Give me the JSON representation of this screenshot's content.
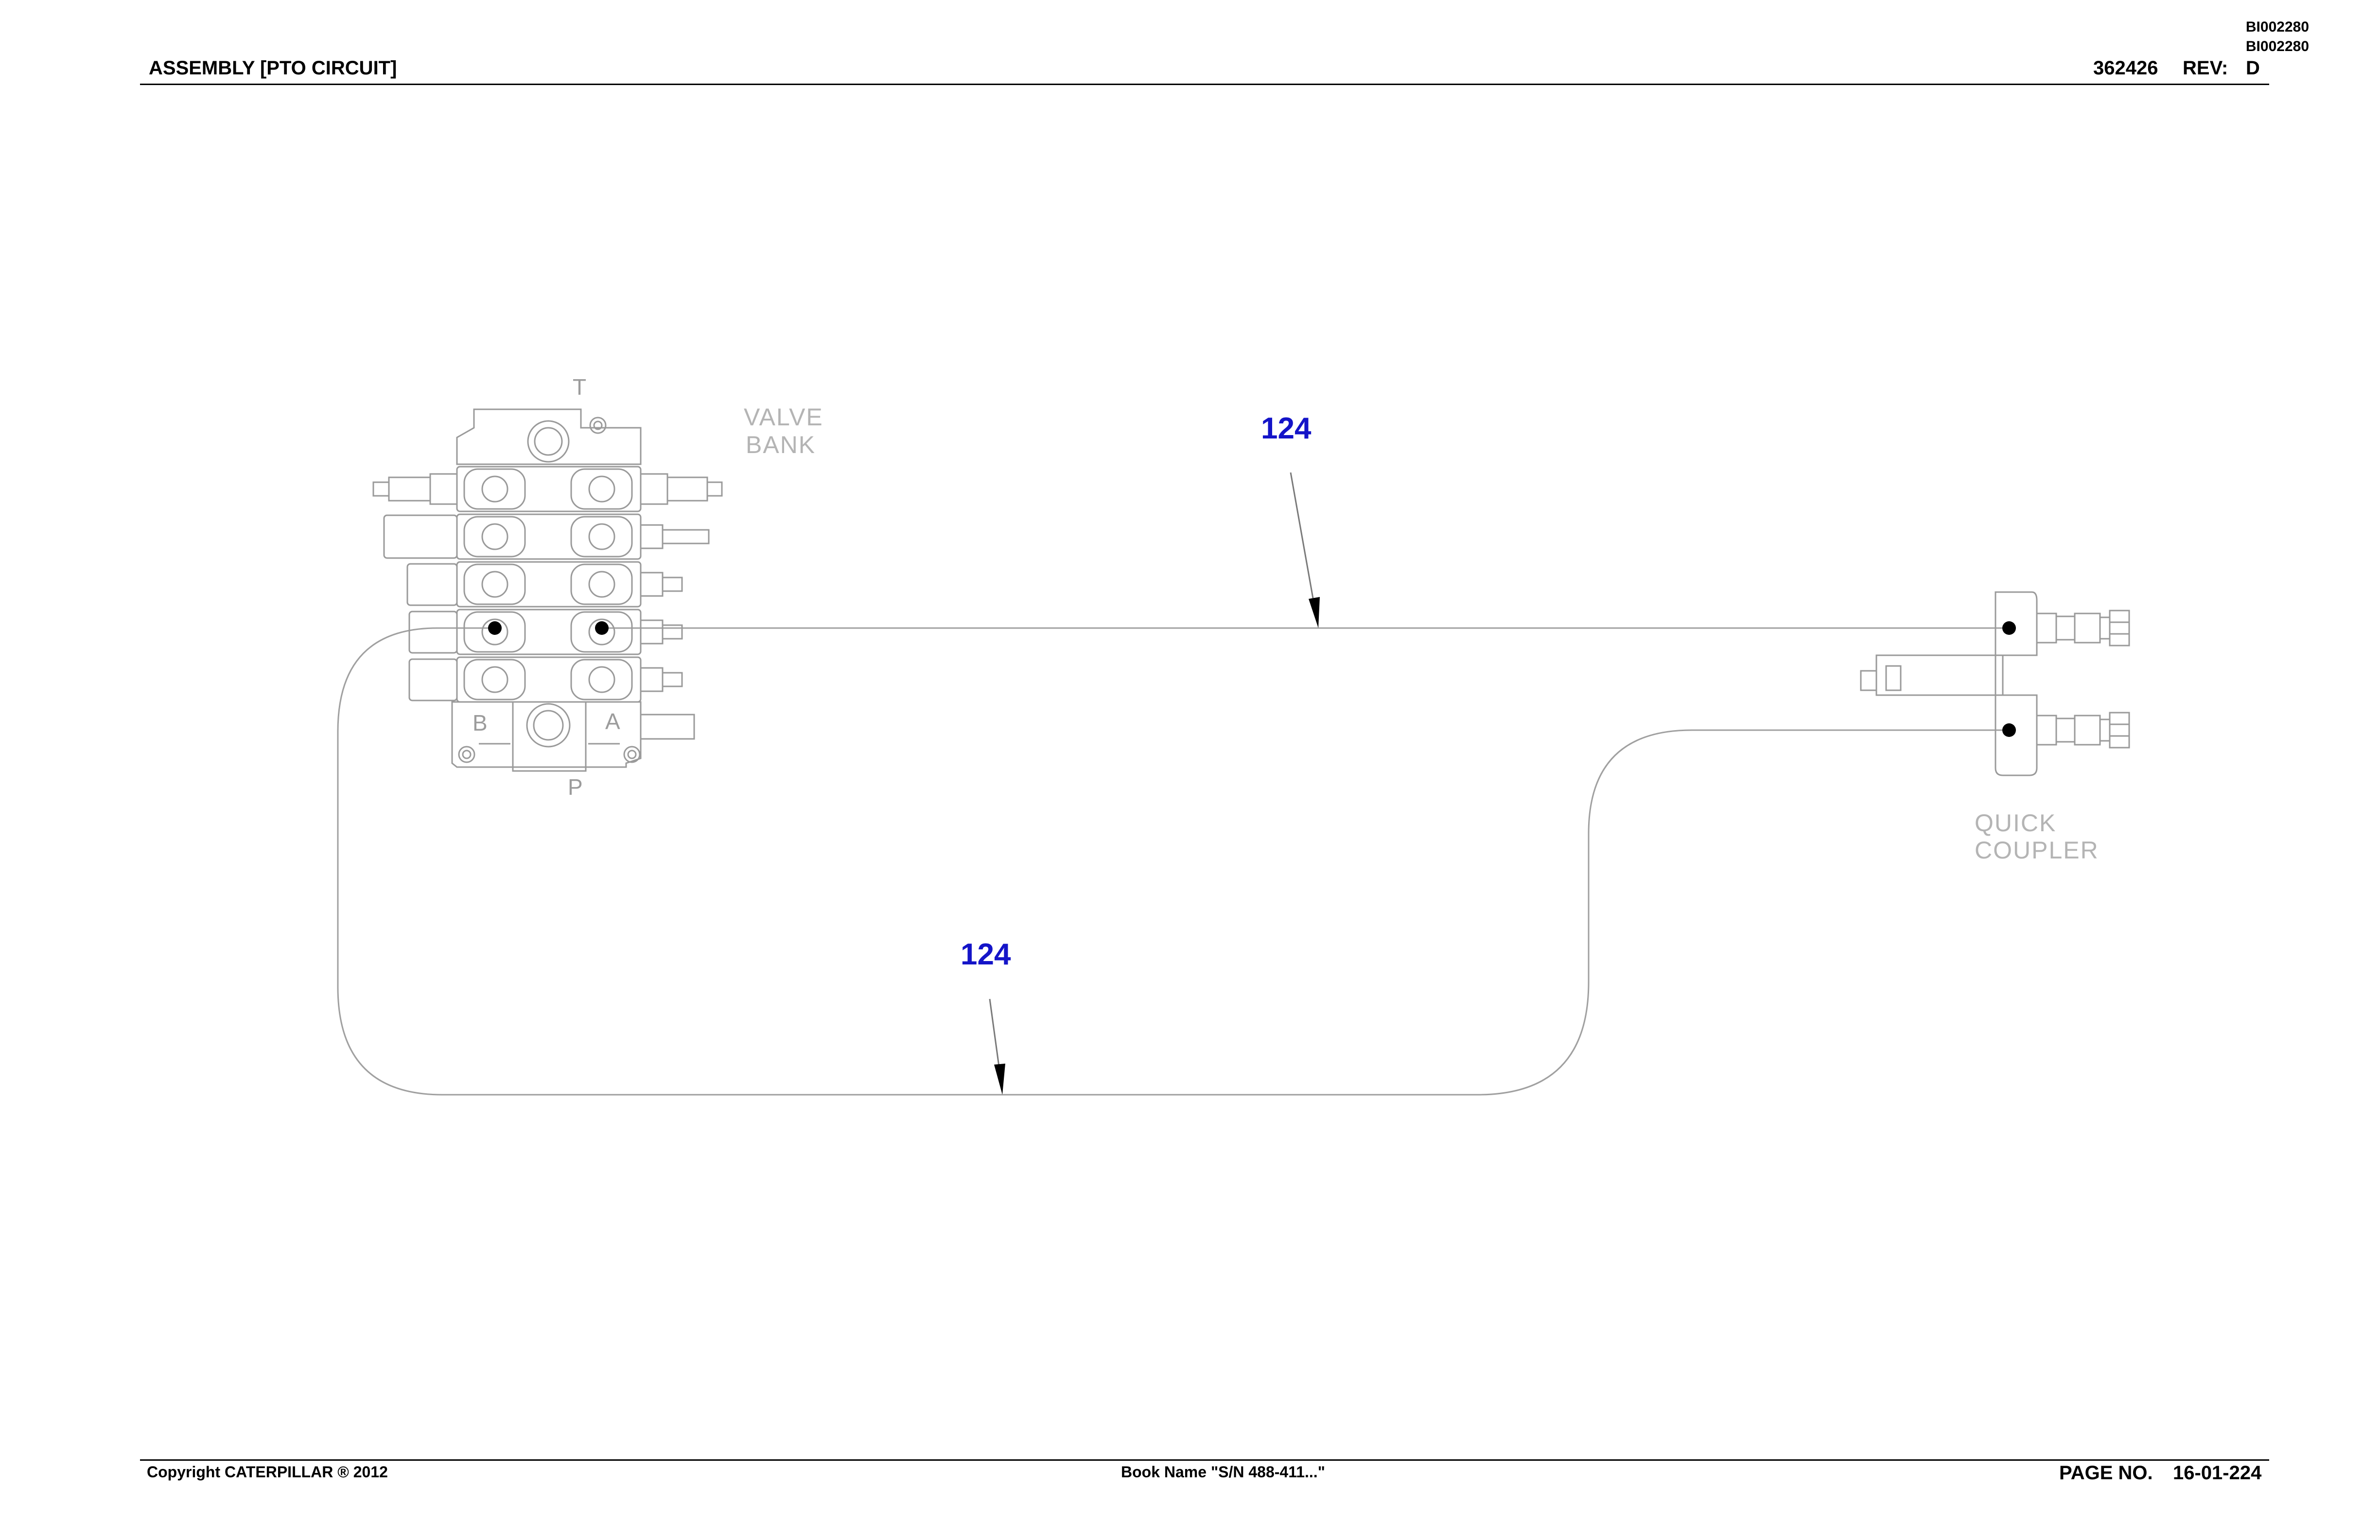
{
  "header": {
    "ids": [
      "BI002280",
      "BI002280"
    ],
    "title": "ASSEMBLY [PTO CIRCUIT]",
    "part_number": "362426",
    "rev_label": "REV:",
    "rev_value": "D"
  },
  "diagram": {
    "valve_bank_label": [
      "VALVE",
      "BANK"
    ],
    "quick_coupler_label": [
      "QUICK",
      "COUPLER"
    ],
    "port_labels": {
      "t": "T",
      "p": "P",
      "a": "A",
      "b": "B"
    },
    "callouts": [
      "124",
      "124"
    ]
  },
  "footer": {
    "copyright": "Copyright CATERPILLAR ® 2012",
    "book_name": "Book Name \"S/N 488-411...\"",
    "page_label": "PAGE NO.",
    "page_number": "16-01-224"
  },
  "colors": {
    "callout": "#1414c8",
    "component_line": "#9a9a9a",
    "component_label": "#b4b4b4"
  }
}
